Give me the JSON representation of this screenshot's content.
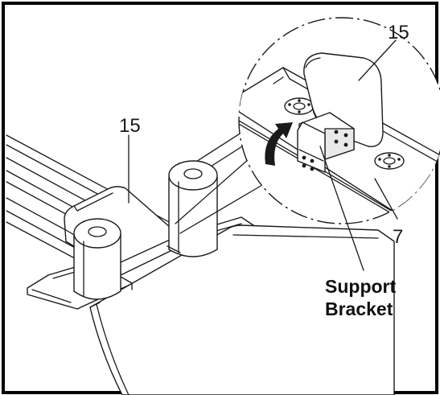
{
  "labels": {
    "part_15_main": "15",
    "part_15_detail": "15",
    "part_7": "7",
    "support_bracket_line1": "Support",
    "support_bracket_line2": "Bracket"
  },
  "colors": {
    "ink": "#1a1a1a",
    "background": "#ffffff",
    "frame": "#000000"
  }
}
